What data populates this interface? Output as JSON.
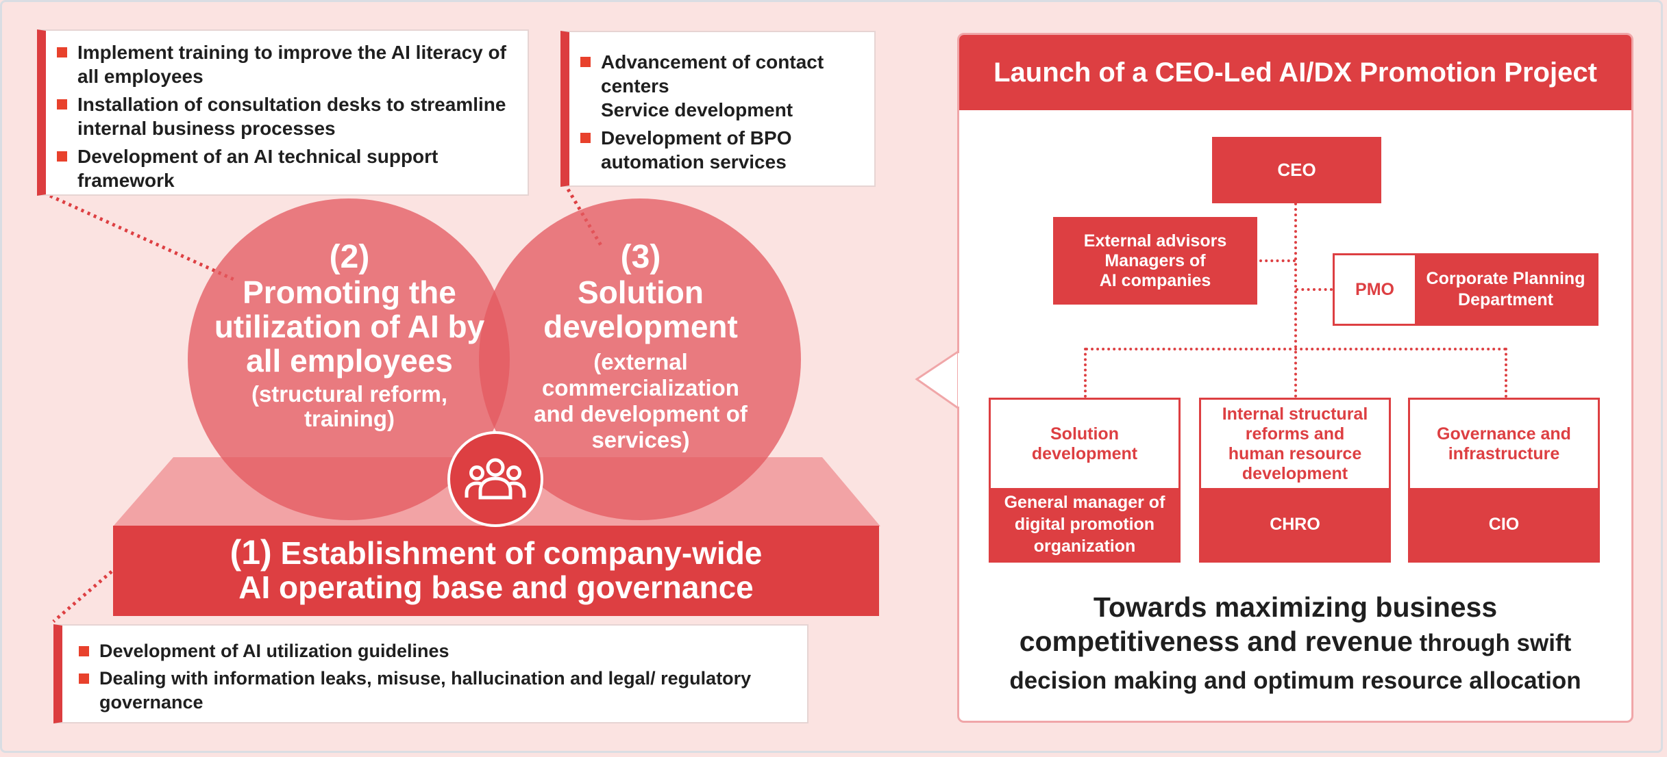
{
  "box_employees": {
    "items": [
      "Implement training to improve the AI literacy of all employees",
      "Installation of consultation desks to streamline internal business processes",
      "Development of an AI technical support framework"
    ]
  },
  "box_solutions": {
    "items": [
      "Advancement of contact centers\nService development",
      "Development of BPO automation services"
    ]
  },
  "box_governance": {
    "items": [
      "Development of AI utilization guidelines",
      "Dealing with information leaks, misuse, hallucination and legal/ regulatory governance"
    ]
  },
  "circle_left": {
    "number": "(2)",
    "title": "Promoting the utilization of AI by all employees",
    "subtitle": "(structural reform, training)"
  },
  "circle_right": {
    "number": "(3)",
    "title": "Solution development",
    "subtitle": "(external commercialization and development of services)"
  },
  "base": {
    "number": "(1)",
    "line1": "Establishment of company-wide",
    "line2": "AI operating base and governance"
  },
  "panel": {
    "title": "Launch of a CEO-Led AI/DX Promotion Project",
    "ceo": "CEO",
    "advisors": "External advisors\nManagers of\nAI companies",
    "pmo": "PMO",
    "corp_planning": "Corporate Planning\nDepartment",
    "roles": [
      {
        "top": "Solution\ndevelopment",
        "bottom": "General manager of\ndigital promotion\norganization"
      },
      {
        "top": "Internal structural\nreforms and\nhuman resource\ndevelopment",
        "bottom": "CHRO"
      },
      {
        "top": "Governance and\ninfrastructure",
        "bottom": "CIO"
      }
    ],
    "footer_bold1": "Towards maximizing business",
    "footer_bold2": "competitiveness and revenue",
    "footer_rest2": " through swift",
    "footer_line3": "decision making and optimum resource allocation"
  },
  "colors": {
    "background": "#fbe3e1",
    "accent_red": "#dd3f42",
    "circle_fill": "#e45a60",
    "bullet": "#e8412c",
    "text_dark": "#1f1f1f"
  },
  "icons": {
    "people": "people-group-icon"
  }
}
